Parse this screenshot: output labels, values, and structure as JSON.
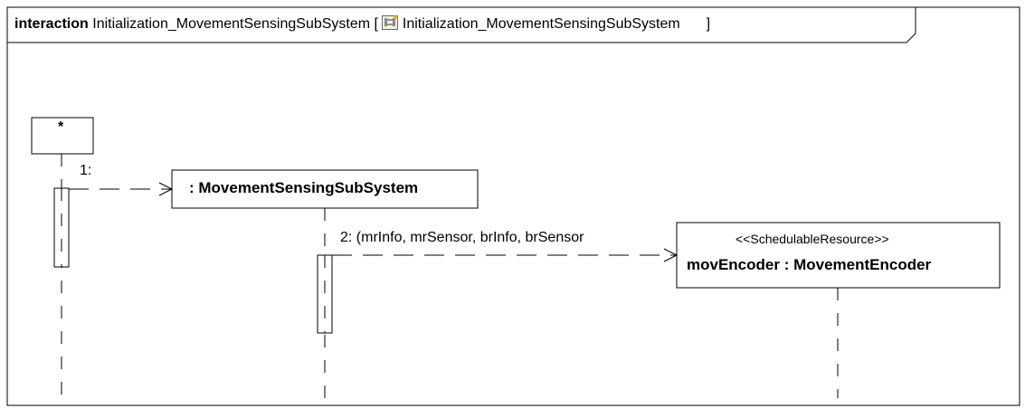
{
  "frame": {
    "keyword": "interaction",
    "name": "Initialization_MovementSensingSubSystem",
    "open_bracket": "[",
    "ref_name": "Initialization_MovementSensingSubSystem",
    "close_bracket": "]"
  },
  "lifelines": [
    {
      "label": "*"
    },
    {
      "label": ": MovementSensingSubSystem"
    },
    {
      "stereotype": "<<SchedulableResource>>",
      "label": "movEncoder : MovementEncoder"
    }
  ],
  "messages": [
    {
      "label": "1:"
    },
    {
      "label": "2: (mrInfo, mrSensor, brInfo, brSensor"
    }
  ],
  "icons": {
    "diagram": "sequence-diagram-icon"
  }
}
